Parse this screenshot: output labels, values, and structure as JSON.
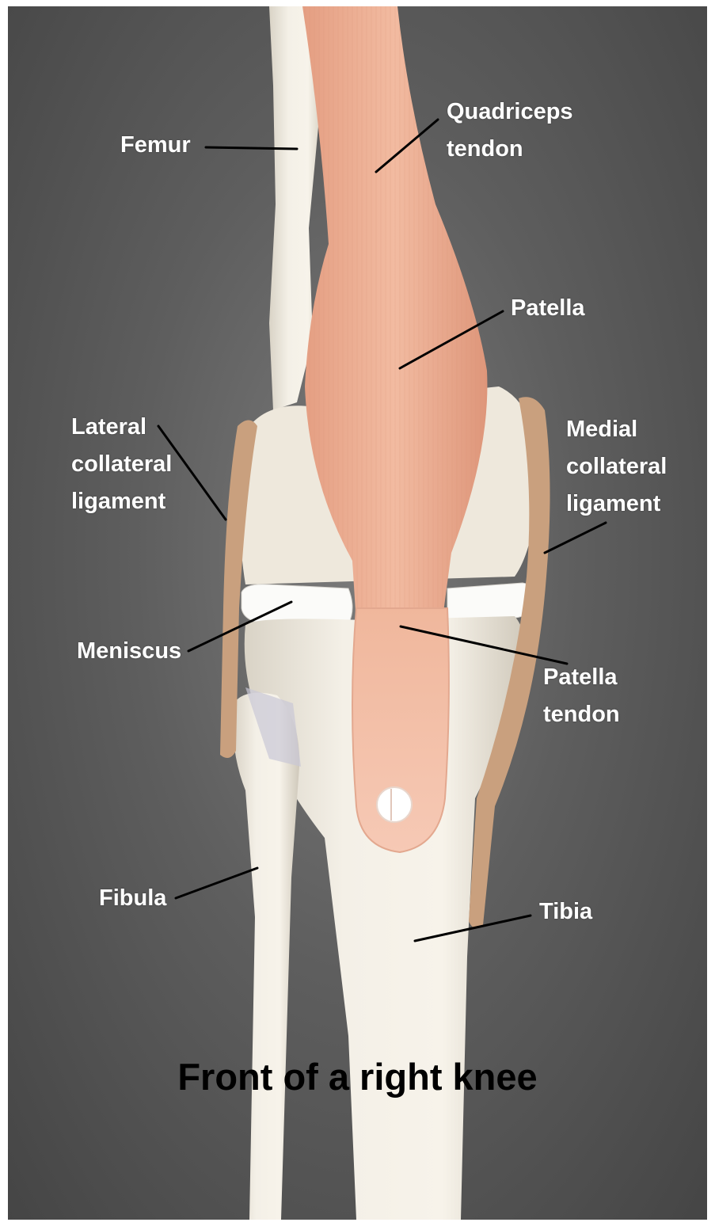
{
  "colors": {
    "background_dark": "#4a4a4a",
    "bone": "#f1ece2",
    "tendon": "#e8a98d",
    "ligament": "#c9a07e",
    "label_text": "#ffffff",
    "leader_line": "#000000",
    "title_text": "#000000"
  },
  "labels": {
    "femur": "Femur",
    "quadriceps_tendon": [
      "Quadriceps",
      "tendon"
    ],
    "patella": "Patella",
    "lateral_collateral_ligament": [
      "Lateral",
      "collateral",
      "ligament"
    ],
    "medial_collateral_ligament": [
      "Medial",
      "collateral",
      "ligament"
    ],
    "meniscus": "Meniscus",
    "patella_tendon": [
      "Patella",
      "tendon"
    ],
    "fibula": "Fibula",
    "tibia": "Tibia"
  },
  "title": "Front of a right knee"
}
